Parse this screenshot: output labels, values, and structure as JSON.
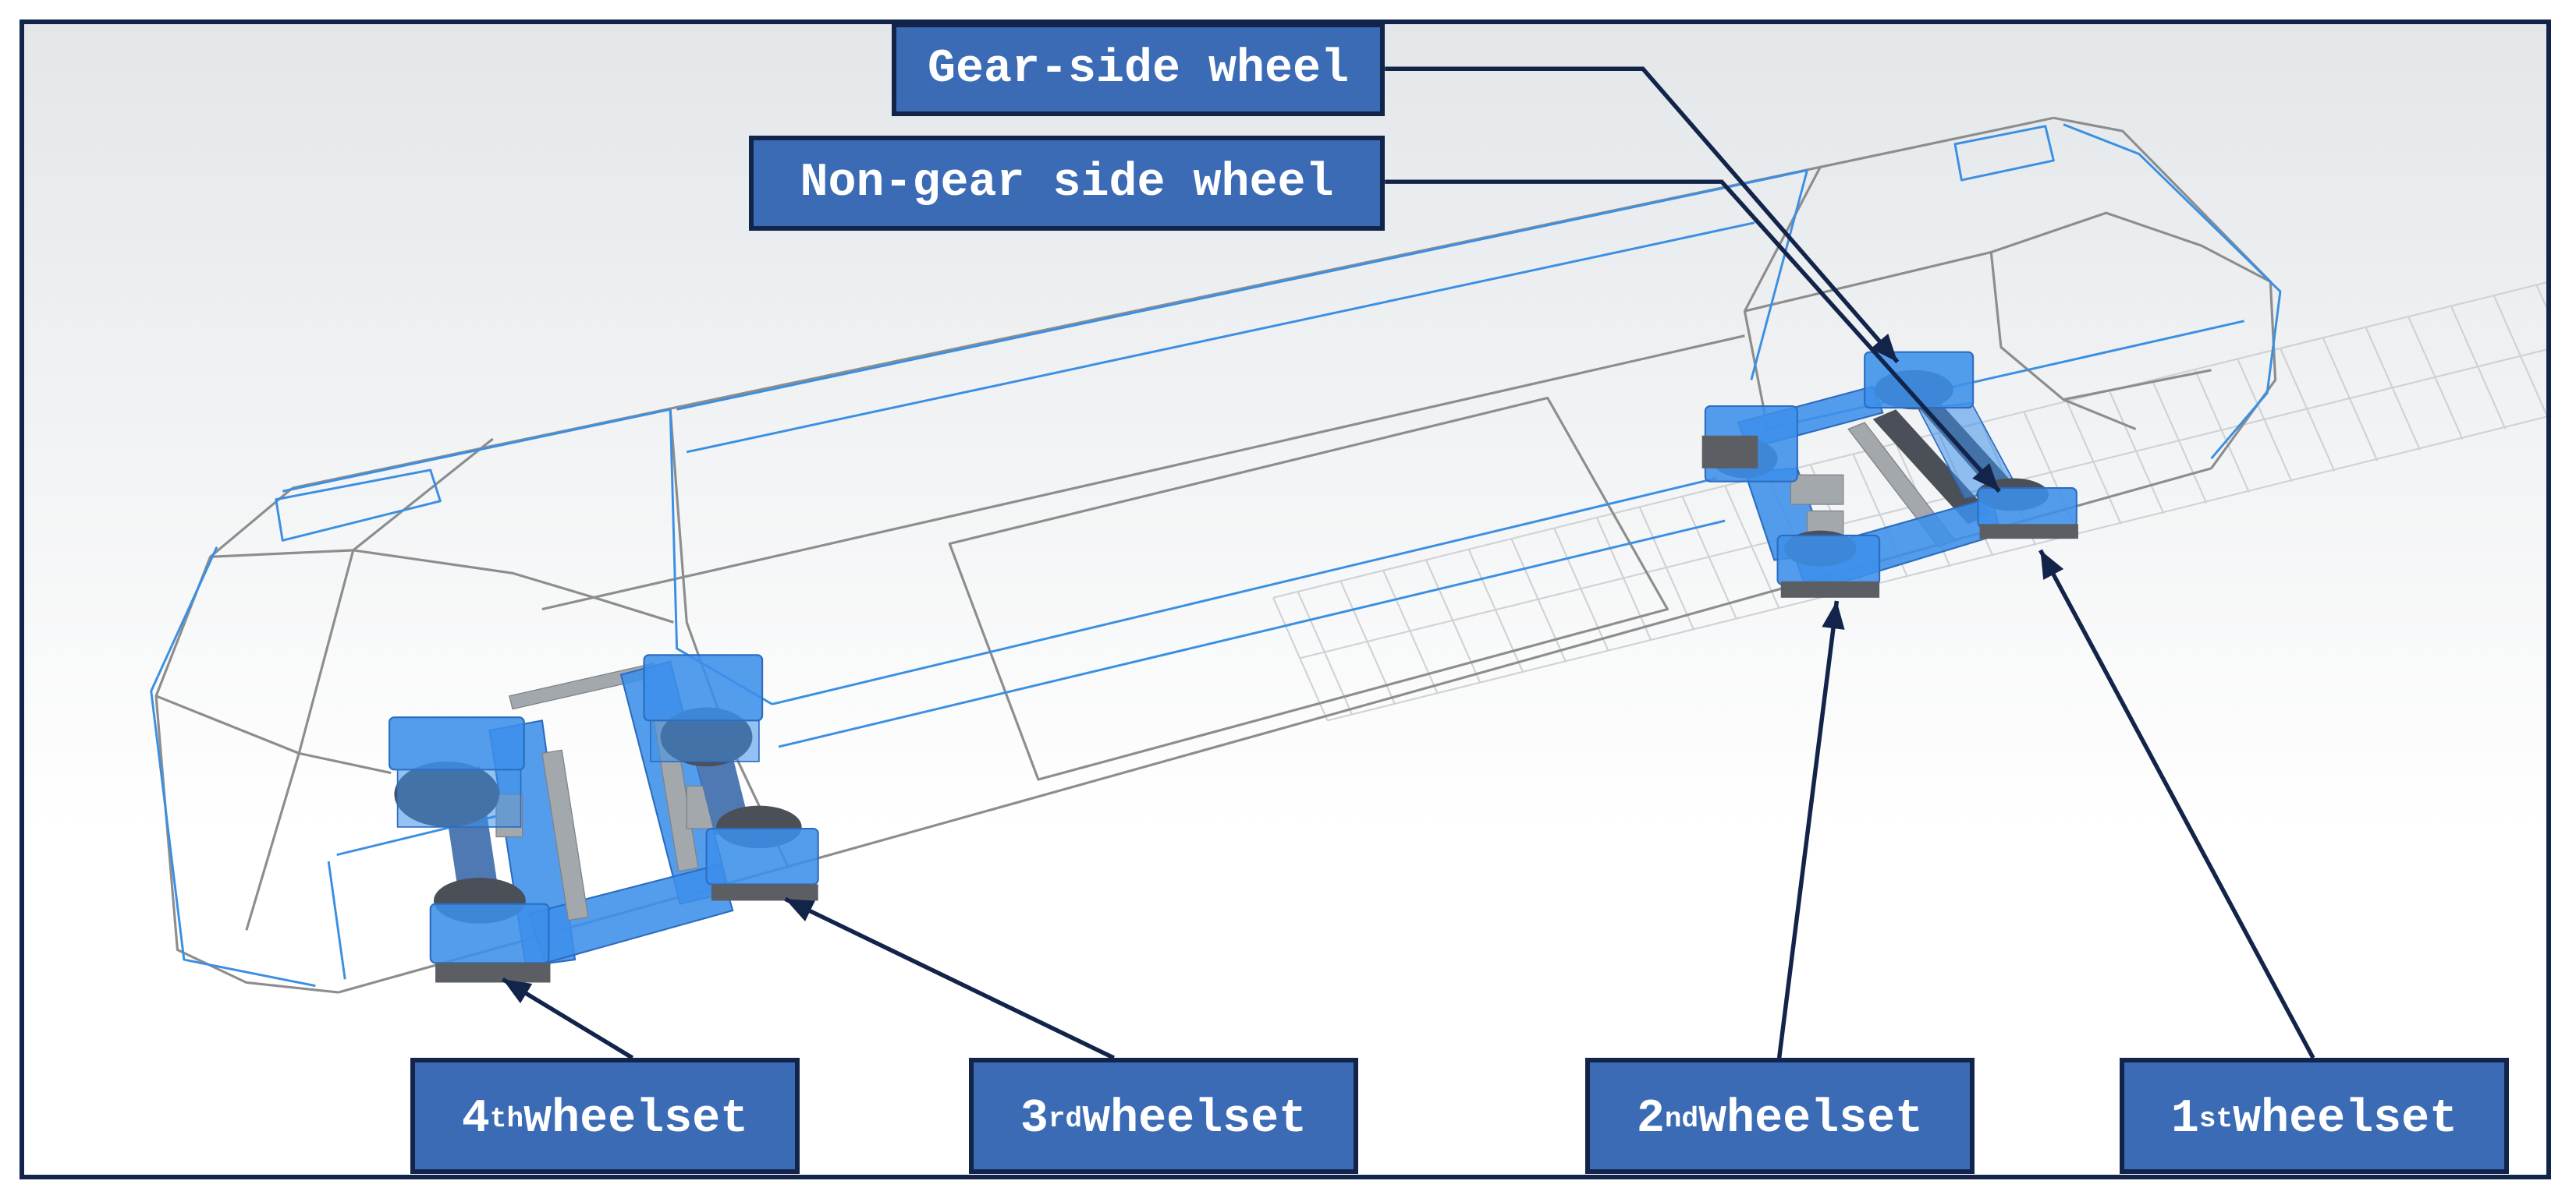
{
  "callouts": {
    "gear_side_wheel": "Gear-side wheel",
    "non_gear_side_wheel": "Non-gear side wheel"
  },
  "wheelsets": [
    {
      "number": "4",
      "suffix": "th",
      "word": "wheelset"
    },
    {
      "number": "3",
      "suffix": "rd",
      "word": "wheelset"
    },
    {
      "number": "2",
      "suffix": "nd",
      "word": "wheelset"
    },
    {
      "number": "1",
      "suffix": "st",
      "word": "wheelset"
    }
  ],
  "colors": {
    "label_fill": "#3b6bb5",
    "label_border": "#13244a",
    "arrow": "#13244a",
    "frame": "#13244a",
    "wireframe_gray": "#8d8d8d",
    "wireframe_blue": "#3b8fe2",
    "bogie_blue": "#3c90ea",
    "wheel_dark": "#4b4f57",
    "track_gray": "#cfd2d4"
  }
}
